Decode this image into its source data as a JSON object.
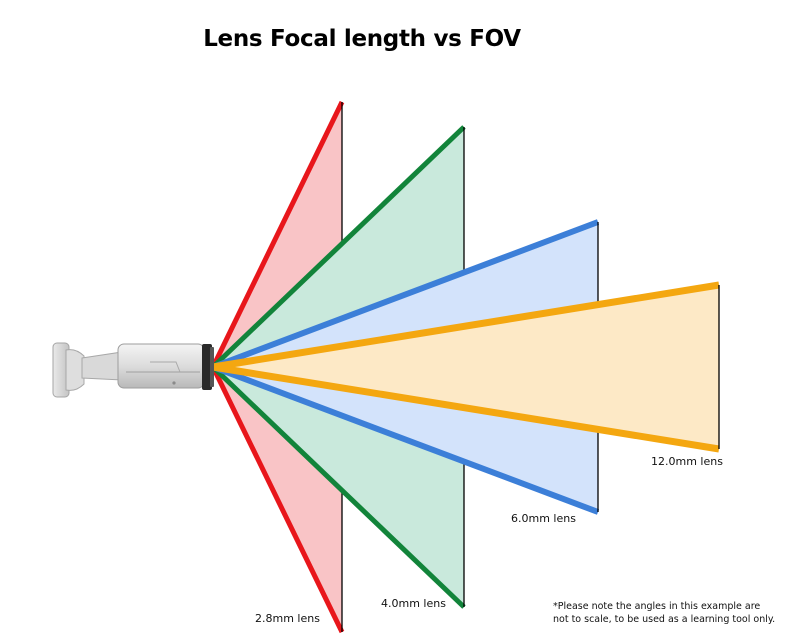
{
  "title": "Lens Focal length vs FOV",
  "lenses": [
    {
      "label": "2.8mm lens",
      "color": "#e8161b",
      "fill": "#f9c4c6"
    },
    {
      "label": "4.0mm lens",
      "color": "#12843a",
      "fill": "#c9e9dc"
    },
    {
      "label": "6.0mm lens",
      "color": "#3c7fd8",
      "fill": "#d3e3fb"
    },
    {
      "label": "12.0mm lens",
      "color": "#f4a710",
      "fill": "#fde9c6"
    }
  ],
  "note": {
    "line1": "*Please note the angles in this example are",
    "line2": "not to scale, to be used as a learning tool only."
  },
  "camera": {
    "icon": "bullet-camera-icon"
  }
}
